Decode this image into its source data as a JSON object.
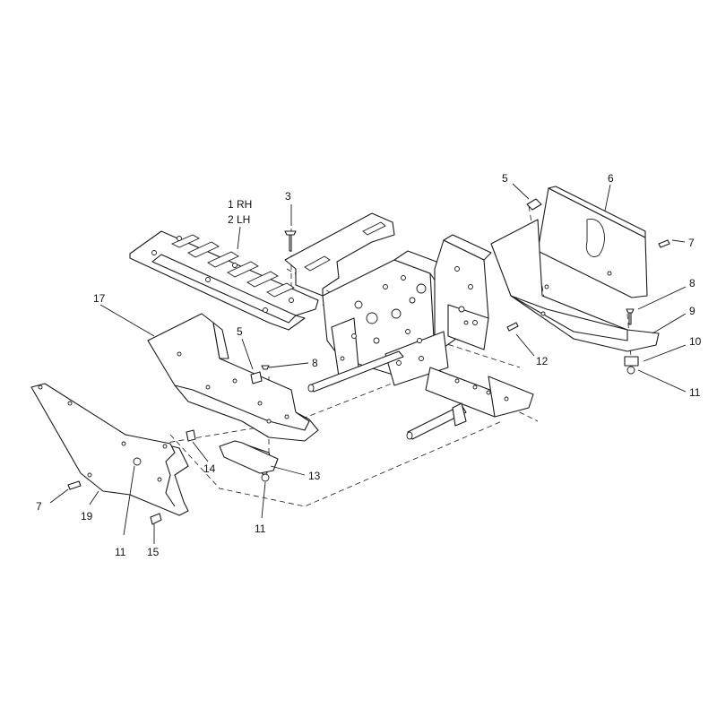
{
  "callouts": [
    {
      "id": "c1",
      "text": "1 RH"
    },
    {
      "id": "c2",
      "text": "2 LH"
    },
    {
      "id": "c3",
      "text": "3"
    },
    {
      "id": "c4",
      "text": "5"
    },
    {
      "id": "c5",
      "text": "6"
    },
    {
      "id": "c6",
      "text": "7"
    },
    {
      "id": "c7",
      "text": "8"
    },
    {
      "id": "c8",
      "text": "9"
    },
    {
      "id": "c9",
      "text": "10"
    },
    {
      "id": "c10",
      "text": "11"
    },
    {
      "id": "c11",
      "text": "12"
    },
    {
      "id": "c12",
      "text": "17"
    },
    {
      "id": "c13",
      "text": "5"
    },
    {
      "id": "c14",
      "text": "8"
    },
    {
      "id": "c15",
      "text": "14"
    },
    {
      "id": "c16",
      "text": "13"
    },
    {
      "id": "c17",
      "text": "7"
    },
    {
      "id": "c18",
      "text": "19"
    },
    {
      "id": "c19",
      "text": "11"
    },
    {
      "id": "c20",
      "text": "15"
    },
    {
      "id": "c21",
      "text": "11"
    }
  ]
}
